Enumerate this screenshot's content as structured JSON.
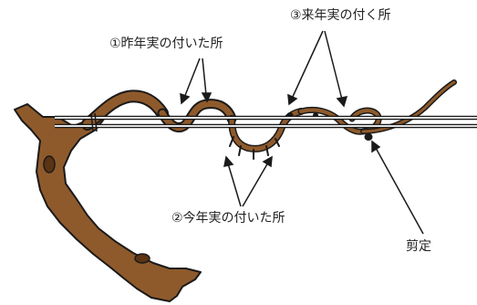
{
  "labels": {
    "last_year": "①昨年実の付いた所",
    "next_year": "③来年実の付く所",
    "this_year": "②今年実の付いた所",
    "pruning": "剪定"
  },
  "colors": {
    "branch": "#8f5a2b",
    "outline": "#1a1a1a",
    "wire": "#ffffff",
    "background": "#ffffff"
  }
}
